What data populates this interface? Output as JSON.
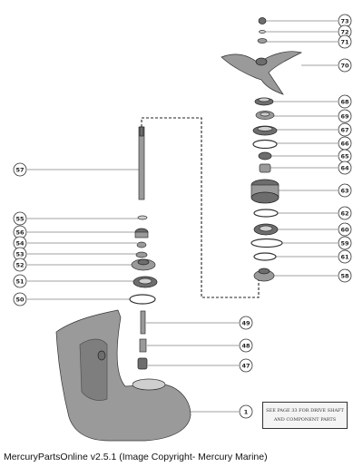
{
  "diagram": {
    "callouts_right": [
      "73",
      "72",
      "71",
      "70",
      "68",
      "69",
      "67",
      "66",
      "65",
      "64",
      "63",
      "62",
      "60",
      "59",
      "61",
      "58"
    ],
    "callouts_left": [
      "57",
      "55",
      "56",
      "54",
      "53",
      "52",
      "51",
      "50"
    ],
    "callouts_lower": [
      "49",
      "48",
      "47",
      "1"
    ],
    "note_line1": "SEE PAGE 33 FOR DRIVE SHAFT",
    "note_line2": "AND COMPONENT PARTS"
  },
  "caption": "MercuryPartsOnline v2.5.1 (Image Copyright- Mercury Marine)"
}
